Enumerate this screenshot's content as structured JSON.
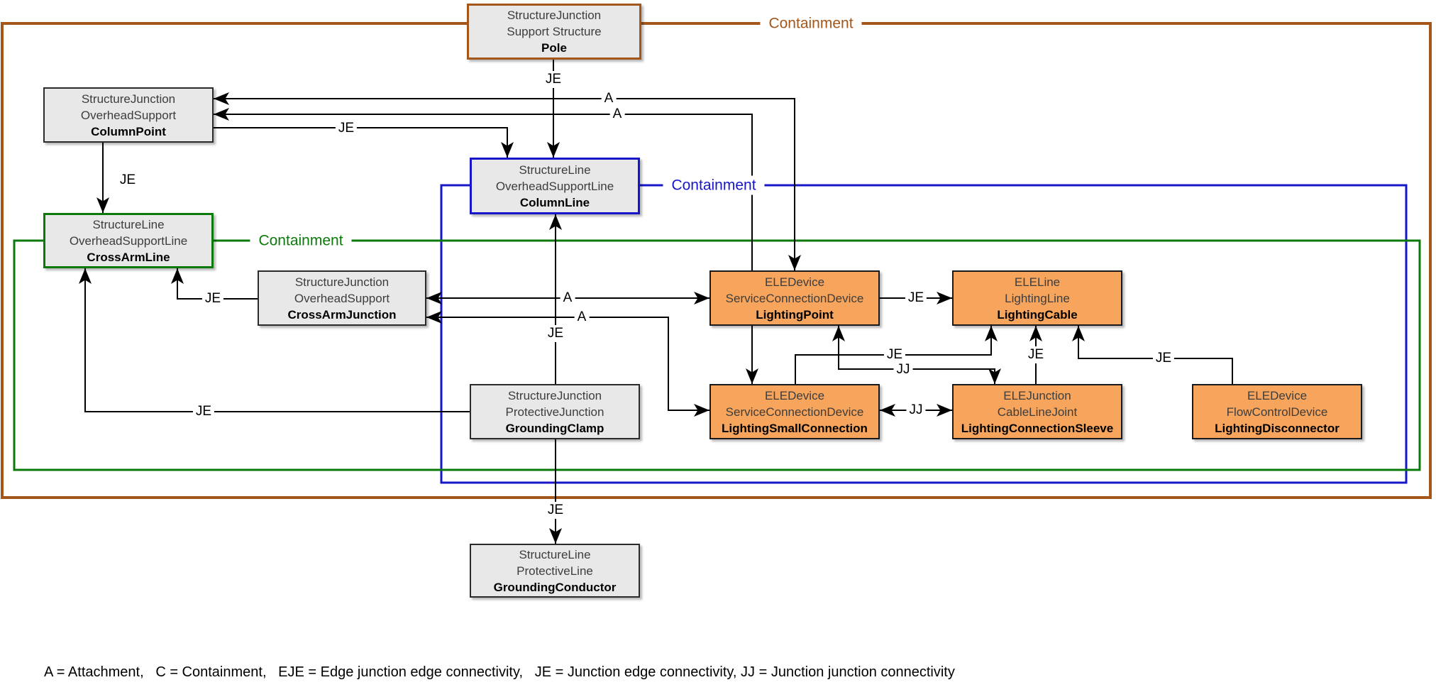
{
  "diagram": {
    "boxes": {
      "pole": {
        "lines": [
          "StructureJunction",
          "Support Structure"
        ],
        "name": "Pole"
      },
      "column_point": {
        "lines": [
          "StructureJunction",
          "OverheadSupport"
        ],
        "name": "ColumnPoint"
      },
      "column_line": {
        "lines": [
          "StructureLine",
          "OverheadSupportLine"
        ],
        "name": "ColumnLine"
      },
      "cross_arm_line": {
        "lines": [
          "StructureLine",
          "OverheadSupportLine"
        ],
        "name": "CrossArmLine"
      },
      "cross_arm_junction": {
        "lines": [
          "StructureJunction",
          "OverheadSupport"
        ],
        "name": "CrossArmJunction"
      },
      "lighting_point": {
        "lines": [
          "ELEDevice",
          "ServiceConnectionDevice"
        ],
        "name": "LightingPoint"
      },
      "lighting_cable": {
        "lines": [
          "ELELine",
          "LightingLine"
        ],
        "name": "LightingCable"
      },
      "lighting_small_connection": {
        "lines": [
          "ELEDevice",
          "ServiceConnectionDevice"
        ],
        "name": "LightingSmallConnection"
      },
      "lighting_connection_sleeve": {
        "lines": [
          "ELEJunction",
          "CableLineJoint"
        ],
        "name": "LightingConnectionSleeve"
      },
      "lighting_disconnector": {
        "lines": [
          "ELEDevice",
          "FlowControlDevice"
        ],
        "name": "LightingDisconnector"
      },
      "grounding_clamp": {
        "lines": [
          "StructureJunction",
          "ProtectiveJunction"
        ],
        "name": "GroundingClamp"
      },
      "grounding_conductor": {
        "lines": [
          "StructureLine",
          "ProtectiveLine"
        ],
        "name": "GroundingConductor"
      }
    },
    "containment_groups": [
      {
        "owner": "Pole",
        "label": "Containment",
        "color": "#A4571B"
      },
      {
        "owner": "ColumnLine",
        "label": "Containment",
        "color": "#1717C9"
      },
      {
        "owner": "CrossArmLine",
        "label": "Containment",
        "color": "#0B7A0B"
      }
    ],
    "connections": [
      {
        "from": "Pole",
        "to": "ColumnLine",
        "label": "JE",
        "bidirectional": false
      },
      {
        "from": "ColumnPoint",
        "to": "ColumnLine",
        "label": "JE",
        "bidirectional": false
      },
      {
        "from": "ColumnPoint",
        "to": "CrossArmLine",
        "label": "JE",
        "bidirectional": false
      },
      {
        "from": "CrossArmJunction",
        "to": "CrossArmLine",
        "label": "JE",
        "bidirectional": false
      },
      {
        "from": "GroundingClamp",
        "to": "CrossArmLine",
        "label": "JE",
        "bidirectional": false
      },
      {
        "from": "GroundingClamp",
        "to": "ColumnLine",
        "label": "JE",
        "bidirectional": false
      },
      {
        "from": "GroundingClamp",
        "to": "GroundingConductor",
        "label": "JE",
        "bidirectional": false
      },
      {
        "from": "LightingPoint",
        "to": "ColumnPoint",
        "label": "A",
        "bidirectional": false
      },
      {
        "from": "ColumnPoint",
        "to": "LightingPoint",
        "label": "A",
        "bidirectional": true
      },
      {
        "from": "CrossArmJunction",
        "to": "LightingPoint",
        "label": "A",
        "bidirectional": true
      },
      {
        "from": "CrossArmJunction",
        "to": "LightingSmallConnection",
        "label": "A",
        "bidirectional": true
      },
      {
        "from": "LightingPoint",
        "to": "LightingCable",
        "label": "JE",
        "bidirectional": false
      },
      {
        "from": "LightingPoint",
        "to": "LightingConnectionSleeve",
        "label": "JJ",
        "bidirectional": true
      },
      {
        "from": "LightingSmallConnection",
        "to": "LightingCable",
        "label": "JE",
        "bidirectional": false
      },
      {
        "from": "LightingSmallConnection",
        "to": "LightingConnectionSleeve",
        "label": "JJ",
        "bidirectional": true
      },
      {
        "from": "LightingConnectionSleeve",
        "to": "LightingCable",
        "label": "JE",
        "bidirectional": false
      },
      {
        "from": "LightingDisconnector",
        "to": "LightingCable",
        "label": "JE",
        "bidirectional": false
      },
      {
        "from": "LightingPoint",
        "to": "LightingSmallConnection",
        "label": "",
        "bidirectional": false
      }
    ]
  },
  "legend": {
    "text": "A = Attachment,   C = Containment,   EJE = Edge junction edge connectivity,   JE = Junction edge connectivity, JJ = Junction junction connectivity"
  },
  "colors": {
    "containment_pole": "#A4571B",
    "containment_column_line": "#1717C9",
    "containment_cross_arm_line": "#0B7A0B",
    "node_gray_fill": "#E8E8E8",
    "node_orange_fill": "#F7A45C",
    "connector_line": "#000000"
  }
}
